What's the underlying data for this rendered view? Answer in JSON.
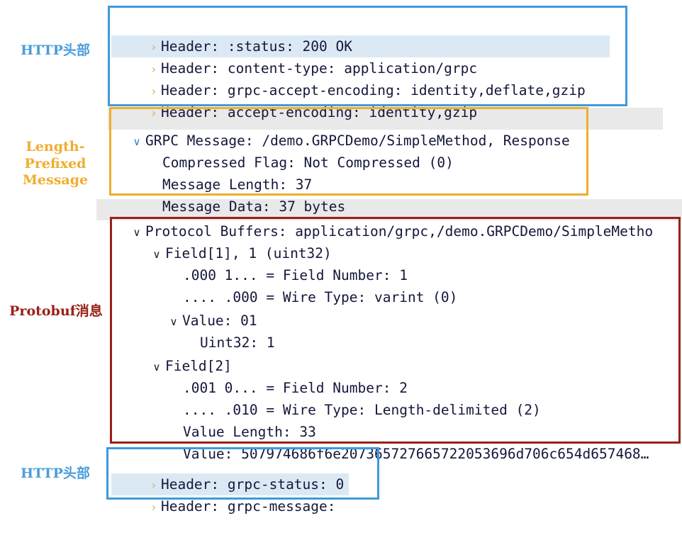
{
  "annotations": [
    {
      "id": "http-headers-top",
      "text": "HTTP头部",
      "color": "#4a9ddb"
    },
    {
      "id": "length-prefixed",
      "text": "Length-\nPrefixed\nMessage",
      "color": "#f0ad2e"
    },
    {
      "id": "protobuf-message",
      "text": "Protobuf消息",
      "color": "#992018"
    },
    {
      "id": "http-headers-bot",
      "text": "HTTP头部",
      "color": "#4a9ddb"
    }
  ],
  "sections": {
    "headers_top": {
      "box_color": "#3d9bdb",
      "rows": [
        {
          "arrow": "collapsed-chevron-icon",
          "text": "Header: :status: 200 OK",
          "selected": false
        },
        {
          "arrow": "collapsed-chevron-icon",
          "text": "Header: content-type: application/grpc",
          "selected": true
        },
        {
          "arrow": "collapsed-chevron-icon",
          "text": "Header: grpc-accept-encoding: identity,deflate,gzip",
          "selected": false
        },
        {
          "arrow": "collapsed-chevron-icon",
          "text": "Header: accept-encoding: identity,gzip",
          "selected": false
        }
      ]
    },
    "grpc_message": {
      "box_color": "#f0ad2e",
      "rows": [
        {
          "arrow": "expanded-chevron-icon",
          "text": "GRPC Message: /demo.GRPCDemo/SimpleMethod, Response",
          "selected": true
        },
        {
          "arrow": "none",
          "text": "Compressed Flag: Not Compressed (0)",
          "selected": false
        },
        {
          "arrow": "none",
          "text": "Message Length: 37",
          "selected": false
        },
        {
          "arrow": "none",
          "text": "Message Data: 37 bytes",
          "selected": false
        }
      ]
    },
    "protocol_buffers_row": {
      "arrow": "expanded-chevron-icon",
      "text": "Protocol Buffers: application/grpc,/demo.GRPCDemo/SimpleMetho",
      "selected": true
    },
    "protobuf": {
      "box_color": "#992018",
      "rows": [
        {
          "arrow": "expanded-chevron-icon",
          "indent": 0,
          "text": "Field[1], 1 (uint32)"
        },
        {
          "arrow": "none",
          "indent": 1,
          "text": ".000 1... = Field Number: 1"
        },
        {
          "arrow": "none",
          "indent": 1,
          "text": ".... .000 = Wire Type: varint (0)"
        },
        {
          "arrow": "expanded-chevron-icon",
          "indent": 1,
          "text": "Value: 01"
        },
        {
          "arrow": "none",
          "indent": 2,
          "text": "Uint32: 1"
        },
        {
          "arrow": "expanded-chevron-icon",
          "indent": 0,
          "text": "Field[2]"
        },
        {
          "arrow": "none",
          "indent": 1,
          "text": ".001 0... = Field Number: 2"
        },
        {
          "arrow": "none",
          "indent": 1,
          "text": ".... .010 = Wire Type: Length-delimited (2)"
        },
        {
          "arrow": "none",
          "indent": 1,
          "text": "Value Length: 33"
        },
        {
          "arrow": "none",
          "indent": 1,
          "text": "Value: 507974686f6e207365727665722053696d706c654d657468…"
        }
      ]
    },
    "headers_bottom": {
      "box_color": "#3d9bdb",
      "rows": [
        {
          "arrow": "collapsed-chevron-icon",
          "text": "Header: grpc-status: 0",
          "selected": false
        },
        {
          "arrow": "collapsed-chevron-icon",
          "text": "Header: grpc-message:",
          "selected": true
        }
      ]
    }
  },
  "glyphs": {
    "collapsed": "›",
    "expanded": "ˇ"
  }
}
